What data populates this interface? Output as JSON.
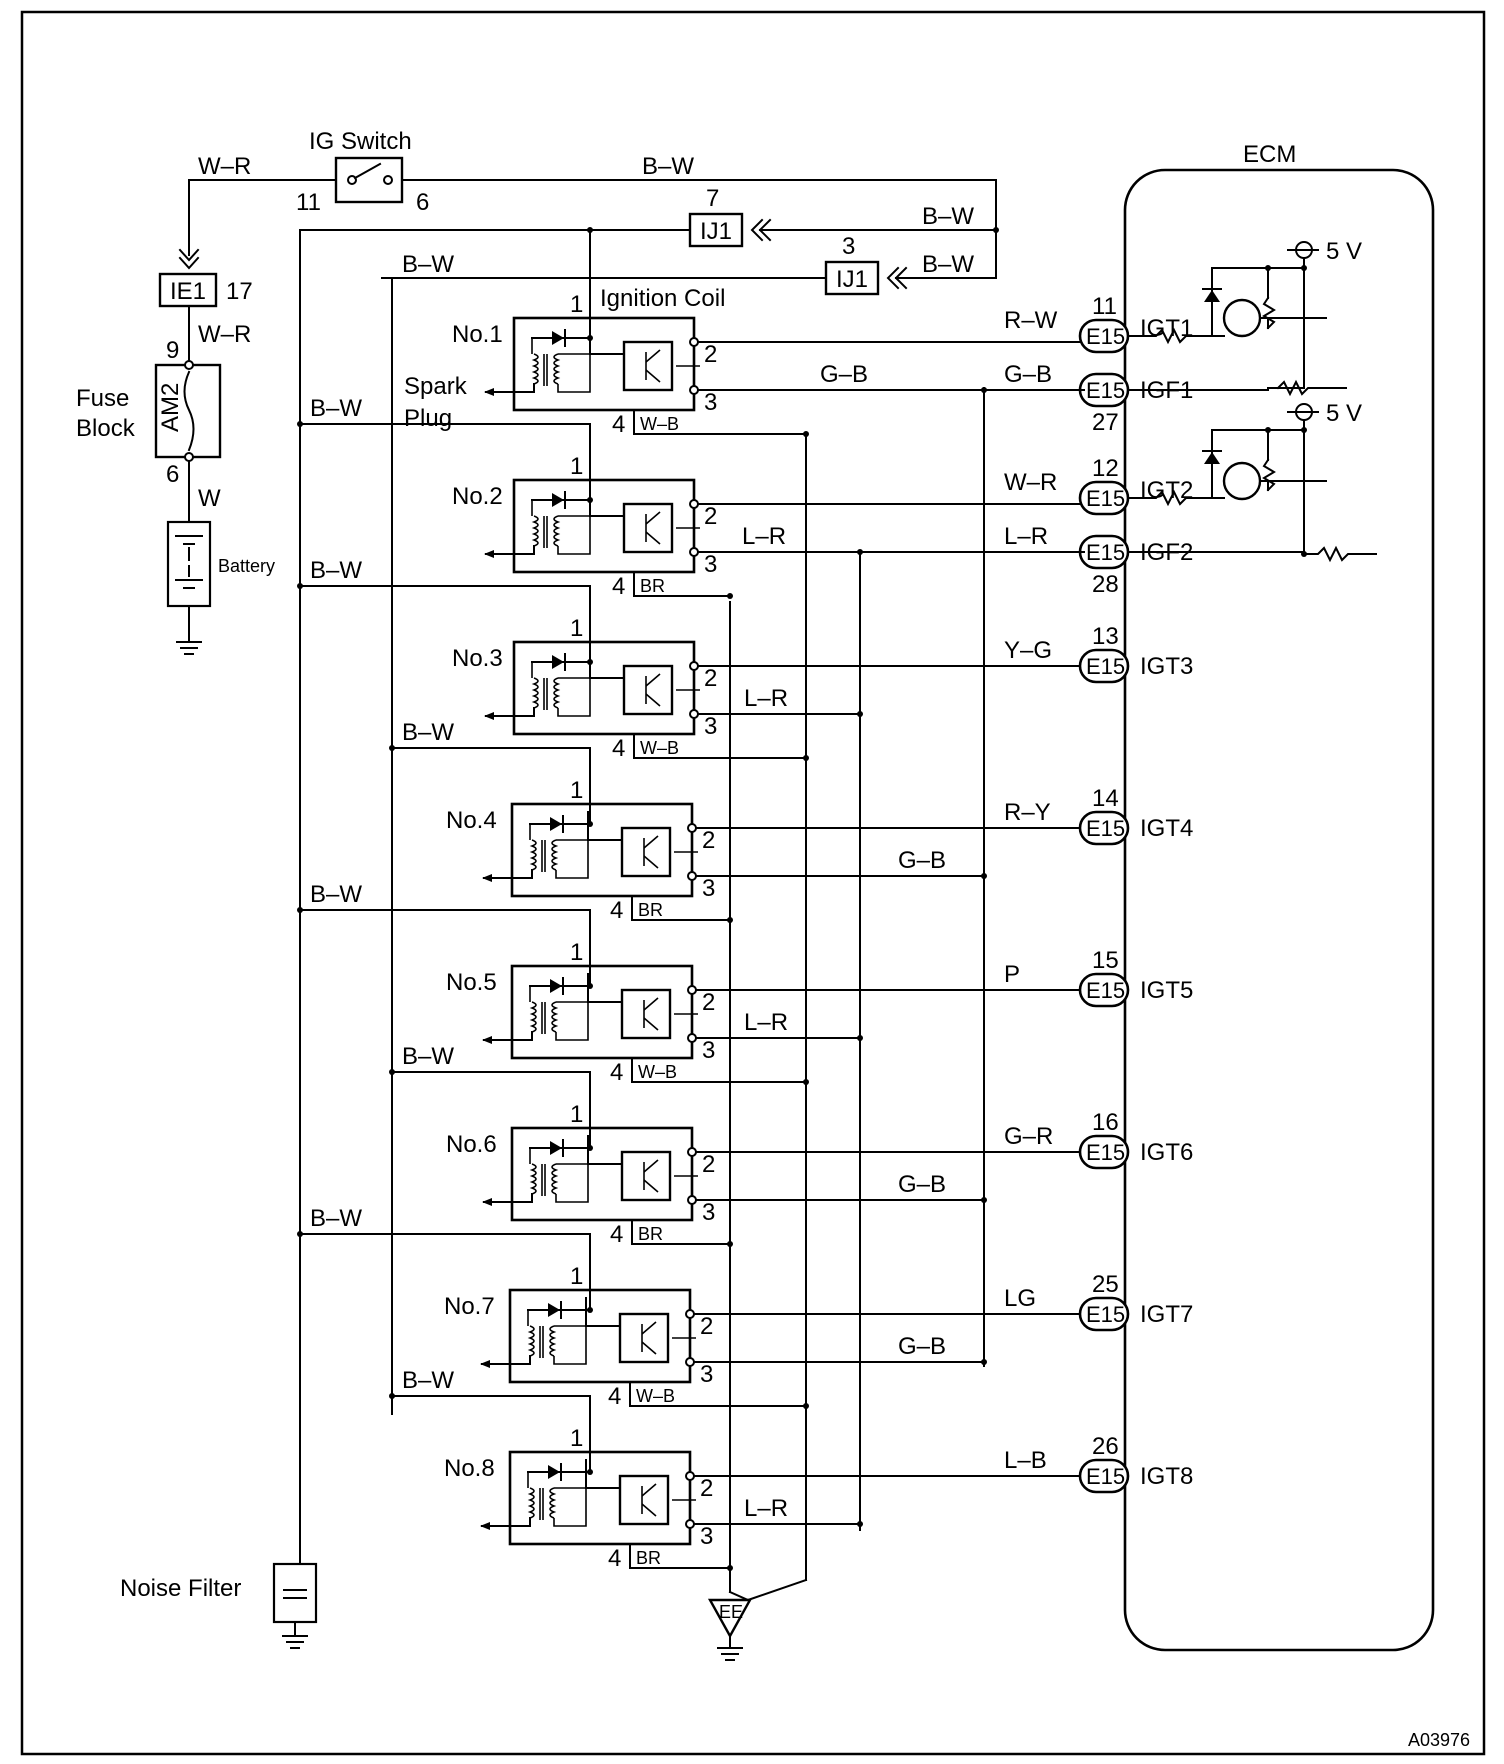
{
  "figure_id": "A03976",
  "ecm_label": "ECM",
  "ig_switch": {
    "label": "IG Switch",
    "pin_in": "11",
    "pin_out": "6",
    "wire_in": "W–R",
    "wire_out": "B–W"
  },
  "ie1": {
    "label": "IE1",
    "pin": "17",
    "wire": "W–R"
  },
  "fuse": {
    "label": "AM2",
    "block_label_1": "Fuse",
    "block_label_2": "Block",
    "pin_top": "9",
    "pin_bottom": "6",
    "wire": "W"
  },
  "battery_label": "Battery",
  "noise_filter_label": "Noise Filter",
  "ignition_coil_label": "Ignition Coil",
  "spark_plug_1": "Spark",
  "spark_plug_2": "Plug",
  "ij1": [
    {
      "label": "IJ1",
      "pin": "7",
      "wire": "B–W"
    },
    {
      "label": "IJ1",
      "pin": "3",
      "wire": "B–W"
    }
  ],
  "bus_wire": "B–W",
  "coil_pins": {
    "p1": "1",
    "p2": "2",
    "p3": "3",
    "p4": "4"
  },
  "coils": [
    {
      "name": "No.1",
      "gnd": "W–B",
      "igf": "G–B"
    },
    {
      "name": "No.2",
      "gnd": "BR",
      "igf": "L–R"
    },
    {
      "name": "No.3",
      "gnd": "W–B",
      "igf": "L–R"
    },
    {
      "name": "No.4",
      "gnd": "BR",
      "igf": "G–B"
    },
    {
      "name": "No.5",
      "gnd": "W–B",
      "igf": "L–R"
    },
    {
      "name": "No.6",
      "gnd": "BR",
      "igf": "G–B"
    },
    {
      "name": "No.7",
      "gnd": "W–B",
      "igf": "G–B"
    },
    {
      "name": "No.8",
      "gnd": "BR",
      "igf": "L–R"
    }
  ],
  "connector_label": "E15",
  "ecm_pins": [
    {
      "pin": "11",
      "wire": "R–W",
      "name": "IGT1"
    },
    {
      "pin": "27",
      "wire": "G–B",
      "name": "IGF1"
    },
    {
      "pin": "12",
      "wire": "W–R",
      "name": "IGT2"
    },
    {
      "pin": "28",
      "wire": "L–R",
      "name": "IGF2"
    },
    {
      "pin": "13",
      "wire": "Y–G",
      "name": "IGT3"
    },
    {
      "pin": "14",
      "wire": "R–Y",
      "name": "IGT4"
    },
    {
      "pin": "15",
      "wire": "P",
      "name": "IGT5"
    },
    {
      "pin": "16",
      "wire": "G–R",
      "name": "IGT6"
    },
    {
      "pin": "25",
      "wire": "LG",
      "name": "IGT7"
    },
    {
      "pin": "26",
      "wire": "L–B",
      "name": "IGT8"
    }
  ],
  "supply_label": "5 V",
  "ground_label": "EE"
}
